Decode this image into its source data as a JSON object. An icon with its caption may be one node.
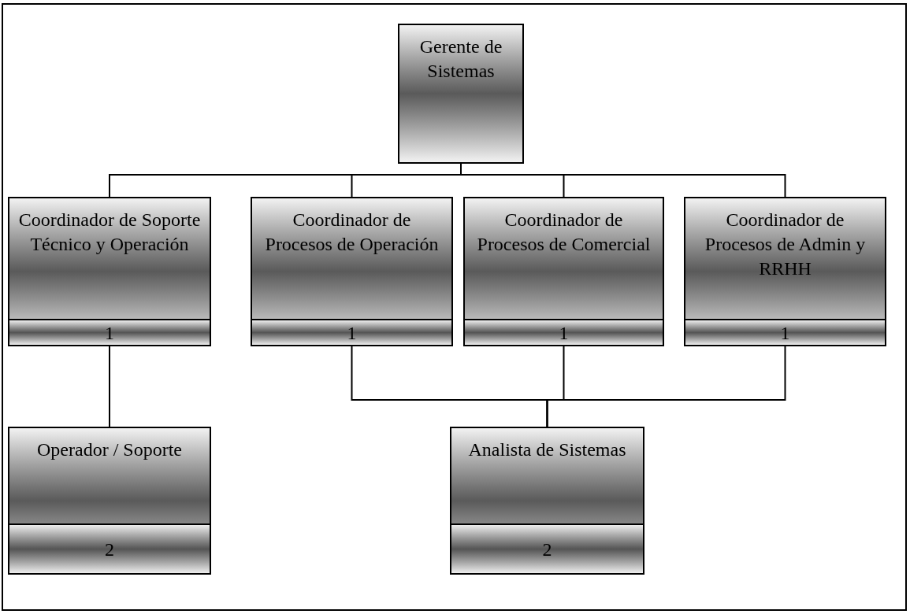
{
  "diagram": {
    "nodes": [
      {
        "text": [
          "Gerente de Sistemas"
        ]
      },
      {
        "text": [
          "Coordinador de Soporte Técnico y Operación",
          "1"
        ]
      },
      {
        "text": [
          "Coordinador de Procesos de Operación",
          "1"
        ]
      },
      {
        "text": [
          "Coordinador de Procesos de Comercial",
          "1"
        ]
      },
      {
        "text": [
          "Coordinador de Procesos de Admin y RRHH",
          "1"
        ]
      },
      {
        "text": [
          "Operador / Soporte",
          "2"
        ]
      },
      {
        "text": [
          "Analista de Sistemas",
          "2"
        ]
      }
    ],
    "edges": [
      {
        "from": 0,
        "to": 1,
        "arrow": "none"
      },
      {
        "from": 0,
        "to": 2,
        "arrow": "none"
      },
      {
        "from": 0,
        "to": 3,
        "arrow": "none"
      },
      {
        "from": 0,
        "to": 4,
        "arrow": "none"
      },
      {
        "from": 1,
        "to": 5,
        "arrow": "none"
      },
      {
        "from": 2,
        "to": 6,
        "arrow": "none"
      },
      {
        "from": 3,
        "to": 6,
        "arrow": "none"
      },
      {
        "from": 4,
        "to": 6,
        "arrow": "none"
      }
    ]
  }
}
